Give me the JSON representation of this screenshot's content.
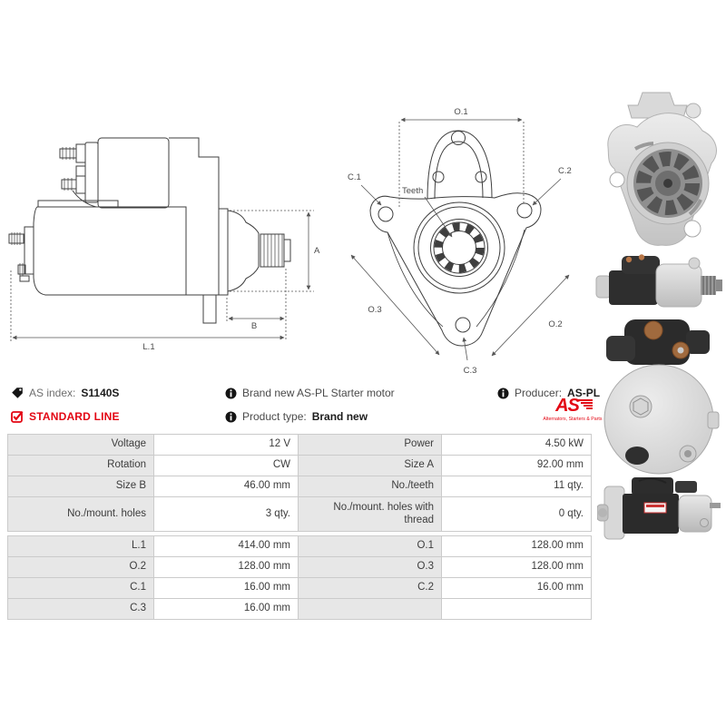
{
  "info_bar": {
    "as_index": {
      "label": "AS index:",
      "value": "S1140S"
    },
    "standard_line": "STANDARD LINE",
    "description": "Brand new AS-PL Starter motor",
    "product_type": {
      "label": "Product type:",
      "value": "Brand new"
    },
    "producer": {
      "label": "Producer:",
      "value": "AS-PL"
    },
    "logo": {
      "text": "AS",
      "tagline": "Alternators, Starters & Parts"
    }
  },
  "diagrams": {
    "side_view": {
      "dim_a": "A",
      "dim_b": "B",
      "dim_l1": "L.1"
    },
    "front_view": {
      "dim_o1": "O.1",
      "dim_o2": "O.2",
      "dim_o3": "O.3",
      "dim_c1": "C.1",
      "dim_c2": "C.2",
      "dim_c3": "C.3",
      "teeth_label": "Teeth"
    }
  },
  "specs": {
    "group1": [
      {
        "label1": "Voltage",
        "value1": "12 V",
        "label2": "Power",
        "value2": "4.50 kW"
      },
      {
        "label1": "Rotation",
        "value1": "CW",
        "label2": "Size A",
        "value2": "92.00 mm"
      },
      {
        "label1": "Size B",
        "value1": "46.00 mm",
        "label2": "No./teeth",
        "value2": "11 qty."
      },
      {
        "label1": "No./mount. holes",
        "value1": "3 qty.",
        "label2": "No./mount. holes with thread",
        "value2": "0 qty."
      }
    ],
    "group2": [
      {
        "label1": "L.1",
        "value1": "414.00 mm",
        "label2": "O.1",
        "value2": "128.00 mm"
      },
      {
        "label1": "O.2",
        "value1": "128.00 mm",
        "label2": "O.3",
        "value2": "128.00 mm"
      },
      {
        "label1": "C.1",
        "value1": "16.00 mm",
        "label2": "C.2",
        "value2": "16.00 mm"
      },
      {
        "label1": "C.3",
        "value1": "16.00 mm",
        "label2": "",
        "value2": ""
      }
    ]
  },
  "photos": [
    {
      "name": "starter-front-flange-with-pinion"
    },
    {
      "name": "starter-complete-side-view"
    },
    {
      "name": "starter-rear-cover-with-solenoid"
    },
    {
      "name": "starter-side-view-with-label"
    }
  ],
  "colors": {
    "accent_red": "#e30613",
    "table_label_bg": "#e7e7e7",
    "table_border": "#cbcbcb",
    "text_dark": "#3c3c3c",
    "drawing_line": "#3f3f3f"
  }
}
